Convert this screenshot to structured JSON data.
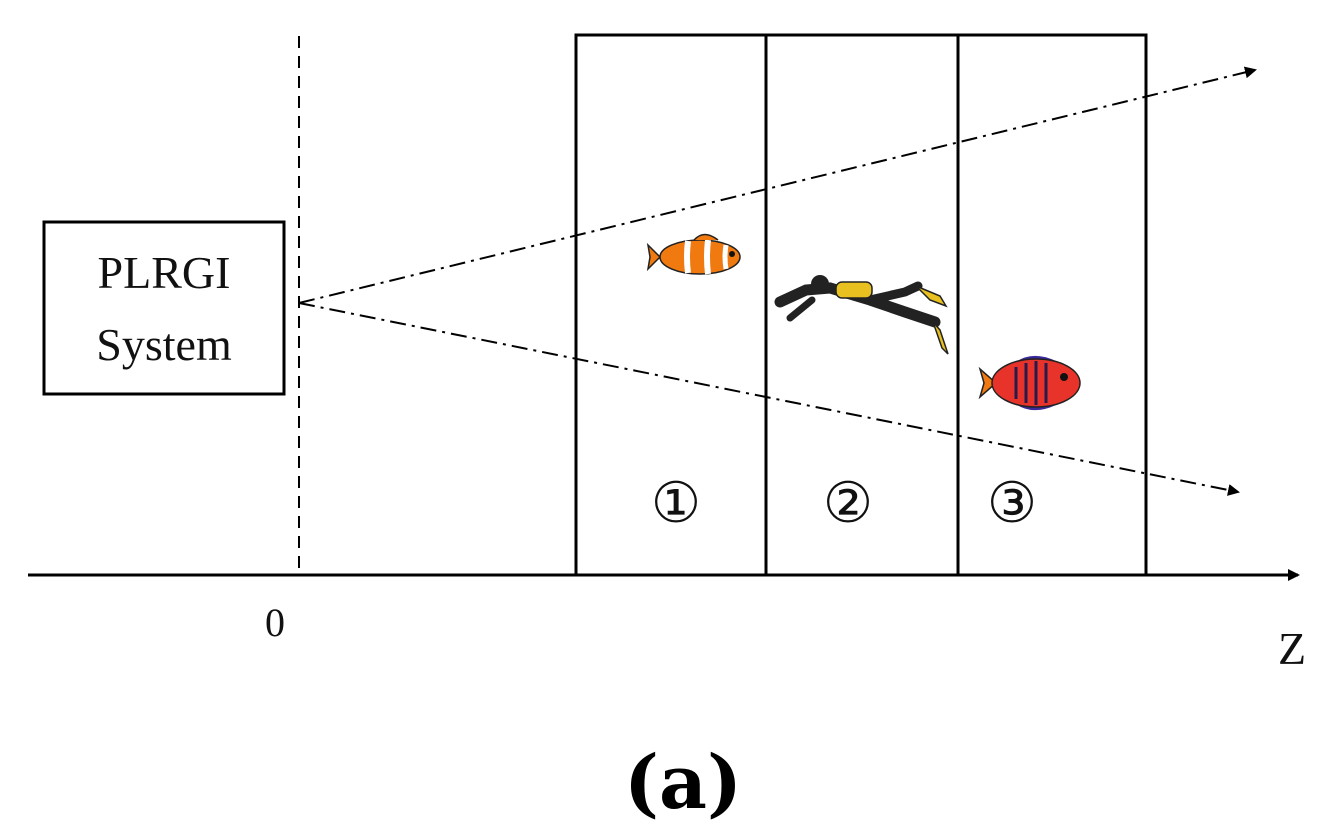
{
  "system_box": {
    "line1": "PLRGI",
    "line2": "System"
  },
  "axis": {
    "origin_label": "0",
    "axis_label": "Z"
  },
  "zones": [
    {
      "label": "①",
      "content": "clownfish"
    },
    {
      "label": "②",
      "content": "diver"
    },
    {
      "label": "③",
      "content": "angelfish"
    }
  ],
  "caption": "(a)",
  "colors": {
    "line": "#000000",
    "clownfish": "#f07a10",
    "angelfish": "#e8332a",
    "diver_suit": "#222222",
    "diver_tank": "#e8c020"
  }
}
